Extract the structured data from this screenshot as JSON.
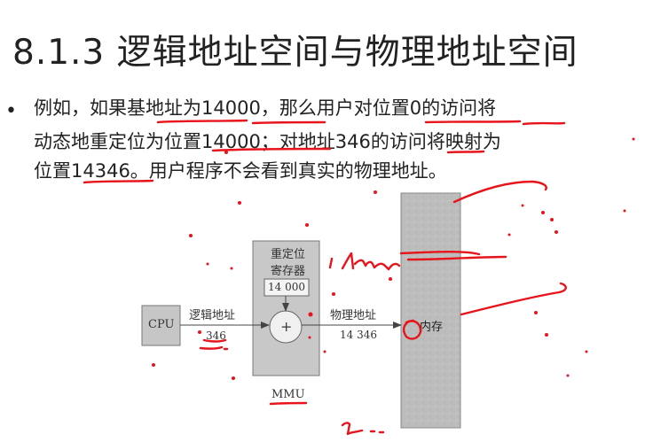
{
  "slide": {
    "title": "8.1.3 逻辑地址空间与物理地址空间",
    "bullet": {
      "line1": "例如，如果基地址为14000，那么用户对位置0的访问将",
      "line2": "动态地重定位为位置14000；对地址346的访问将映射为",
      "line3": "位置14346。用户程序不会看到真实的物理地址。"
    }
  },
  "diagram": {
    "cpu_label": "CPU",
    "logical_address_label": "逻辑地址",
    "logical_address_value": "346",
    "relocation_register_line1": "重定位",
    "relocation_register_line2": "寄存器",
    "relocation_register_value": "14 000",
    "adder_symbol": "+",
    "physical_address_label": "物理地址",
    "physical_address_value": "14 346",
    "memory_label": "内存",
    "mmu_label": "MMU"
  },
  "colors": {
    "text": "#222222",
    "diagram_gray": "#bdbdbd",
    "annotation_red": "#e8141b"
  }
}
